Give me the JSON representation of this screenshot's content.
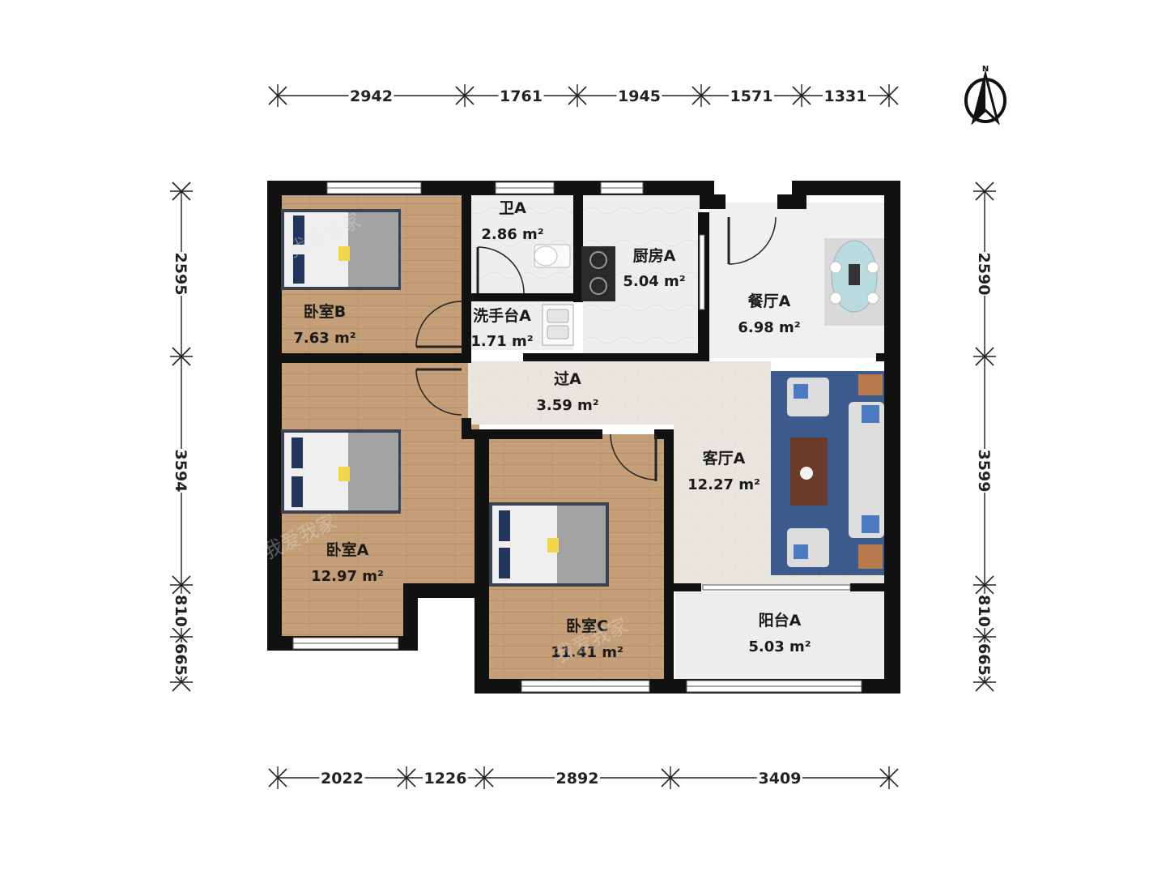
{
  "compass": {
    "label": "N"
  },
  "dimensions": {
    "top": [
      "2942",
      "1761",
      "1945",
      "1571",
      "1331"
    ],
    "bottom": [
      "2022",
      "1226",
      "2892",
      "3409"
    ],
    "left": [
      "2595",
      "3594",
      "810",
      "665"
    ],
    "right": [
      "2590",
      "3599",
      "810",
      "665"
    ]
  },
  "rooms": {
    "bedroom_b": {
      "name": "卧室B",
      "area": "7.63 m²"
    },
    "bathroom_a": {
      "name": "卫A",
      "area": "2.86 m²"
    },
    "kitchen_a": {
      "name": "厨房A",
      "area": "5.04 m²"
    },
    "dining_a": {
      "name": "餐厅A",
      "area": "6.98 m²"
    },
    "washbasin_a": {
      "name": "洗手台A",
      "area": "1.71 m²"
    },
    "hallway_a": {
      "name": "过A",
      "area": "3.59 m²"
    },
    "living_a": {
      "name": "客厅A",
      "area": "12.27 m²"
    },
    "bedroom_a": {
      "name": "卧室A",
      "area": "12.97 m²"
    },
    "bedroom_c": {
      "name": "卧室C",
      "area": "11.41 m²"
    },
    "balcony_a": {
      "name": "阳台A",
      "area": "5.03 m²"
    }
  },
  "watermark": {
    "text": "我爱我家"
  },
  "colors": {
    "wall": "#111111",
    "wood_floor": "#c49c75",
    "tile_floor": "#ececec",
    "hall_floor": "#e7e4dc",
    "rug": "#3d5a8c",
    "bedding": "#9a9a9a"
  }
}
